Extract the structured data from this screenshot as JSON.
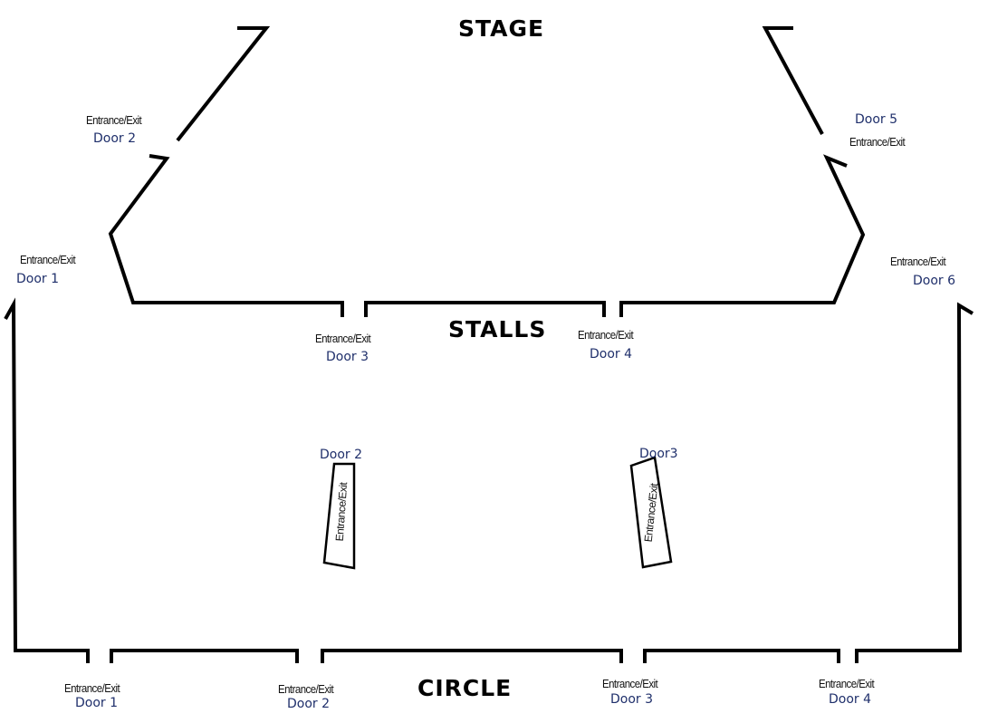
{
  "areas": {
    "stage": "STAGE",
    "stalls": "STALLS",
    "circle": "CIRCLE"
  },
  "entrance_label": "Entrance/Exit",
  "stage_doors": {
    "door2": "Door 2",
    "door5": "Door 5"
  },
  "stalls_doors": {
    "door1": "Door 1",
    "door3": "Door 3",
    "door4": "Door 4",
    "door6": "Door 6"
  },
  "inner_doors": {
    "door2": "Door 2",
    "door3": "Door3"
  },
  "circle_doors": {
    "door1": "Door 1",
    "door2": "Door 2",
    "door3": "Door 3",
    "door4": "Door 4"
  },
  "colors": {
    "walls": "#000000",
    "door_text": "#1f2f6b"
  }
}
